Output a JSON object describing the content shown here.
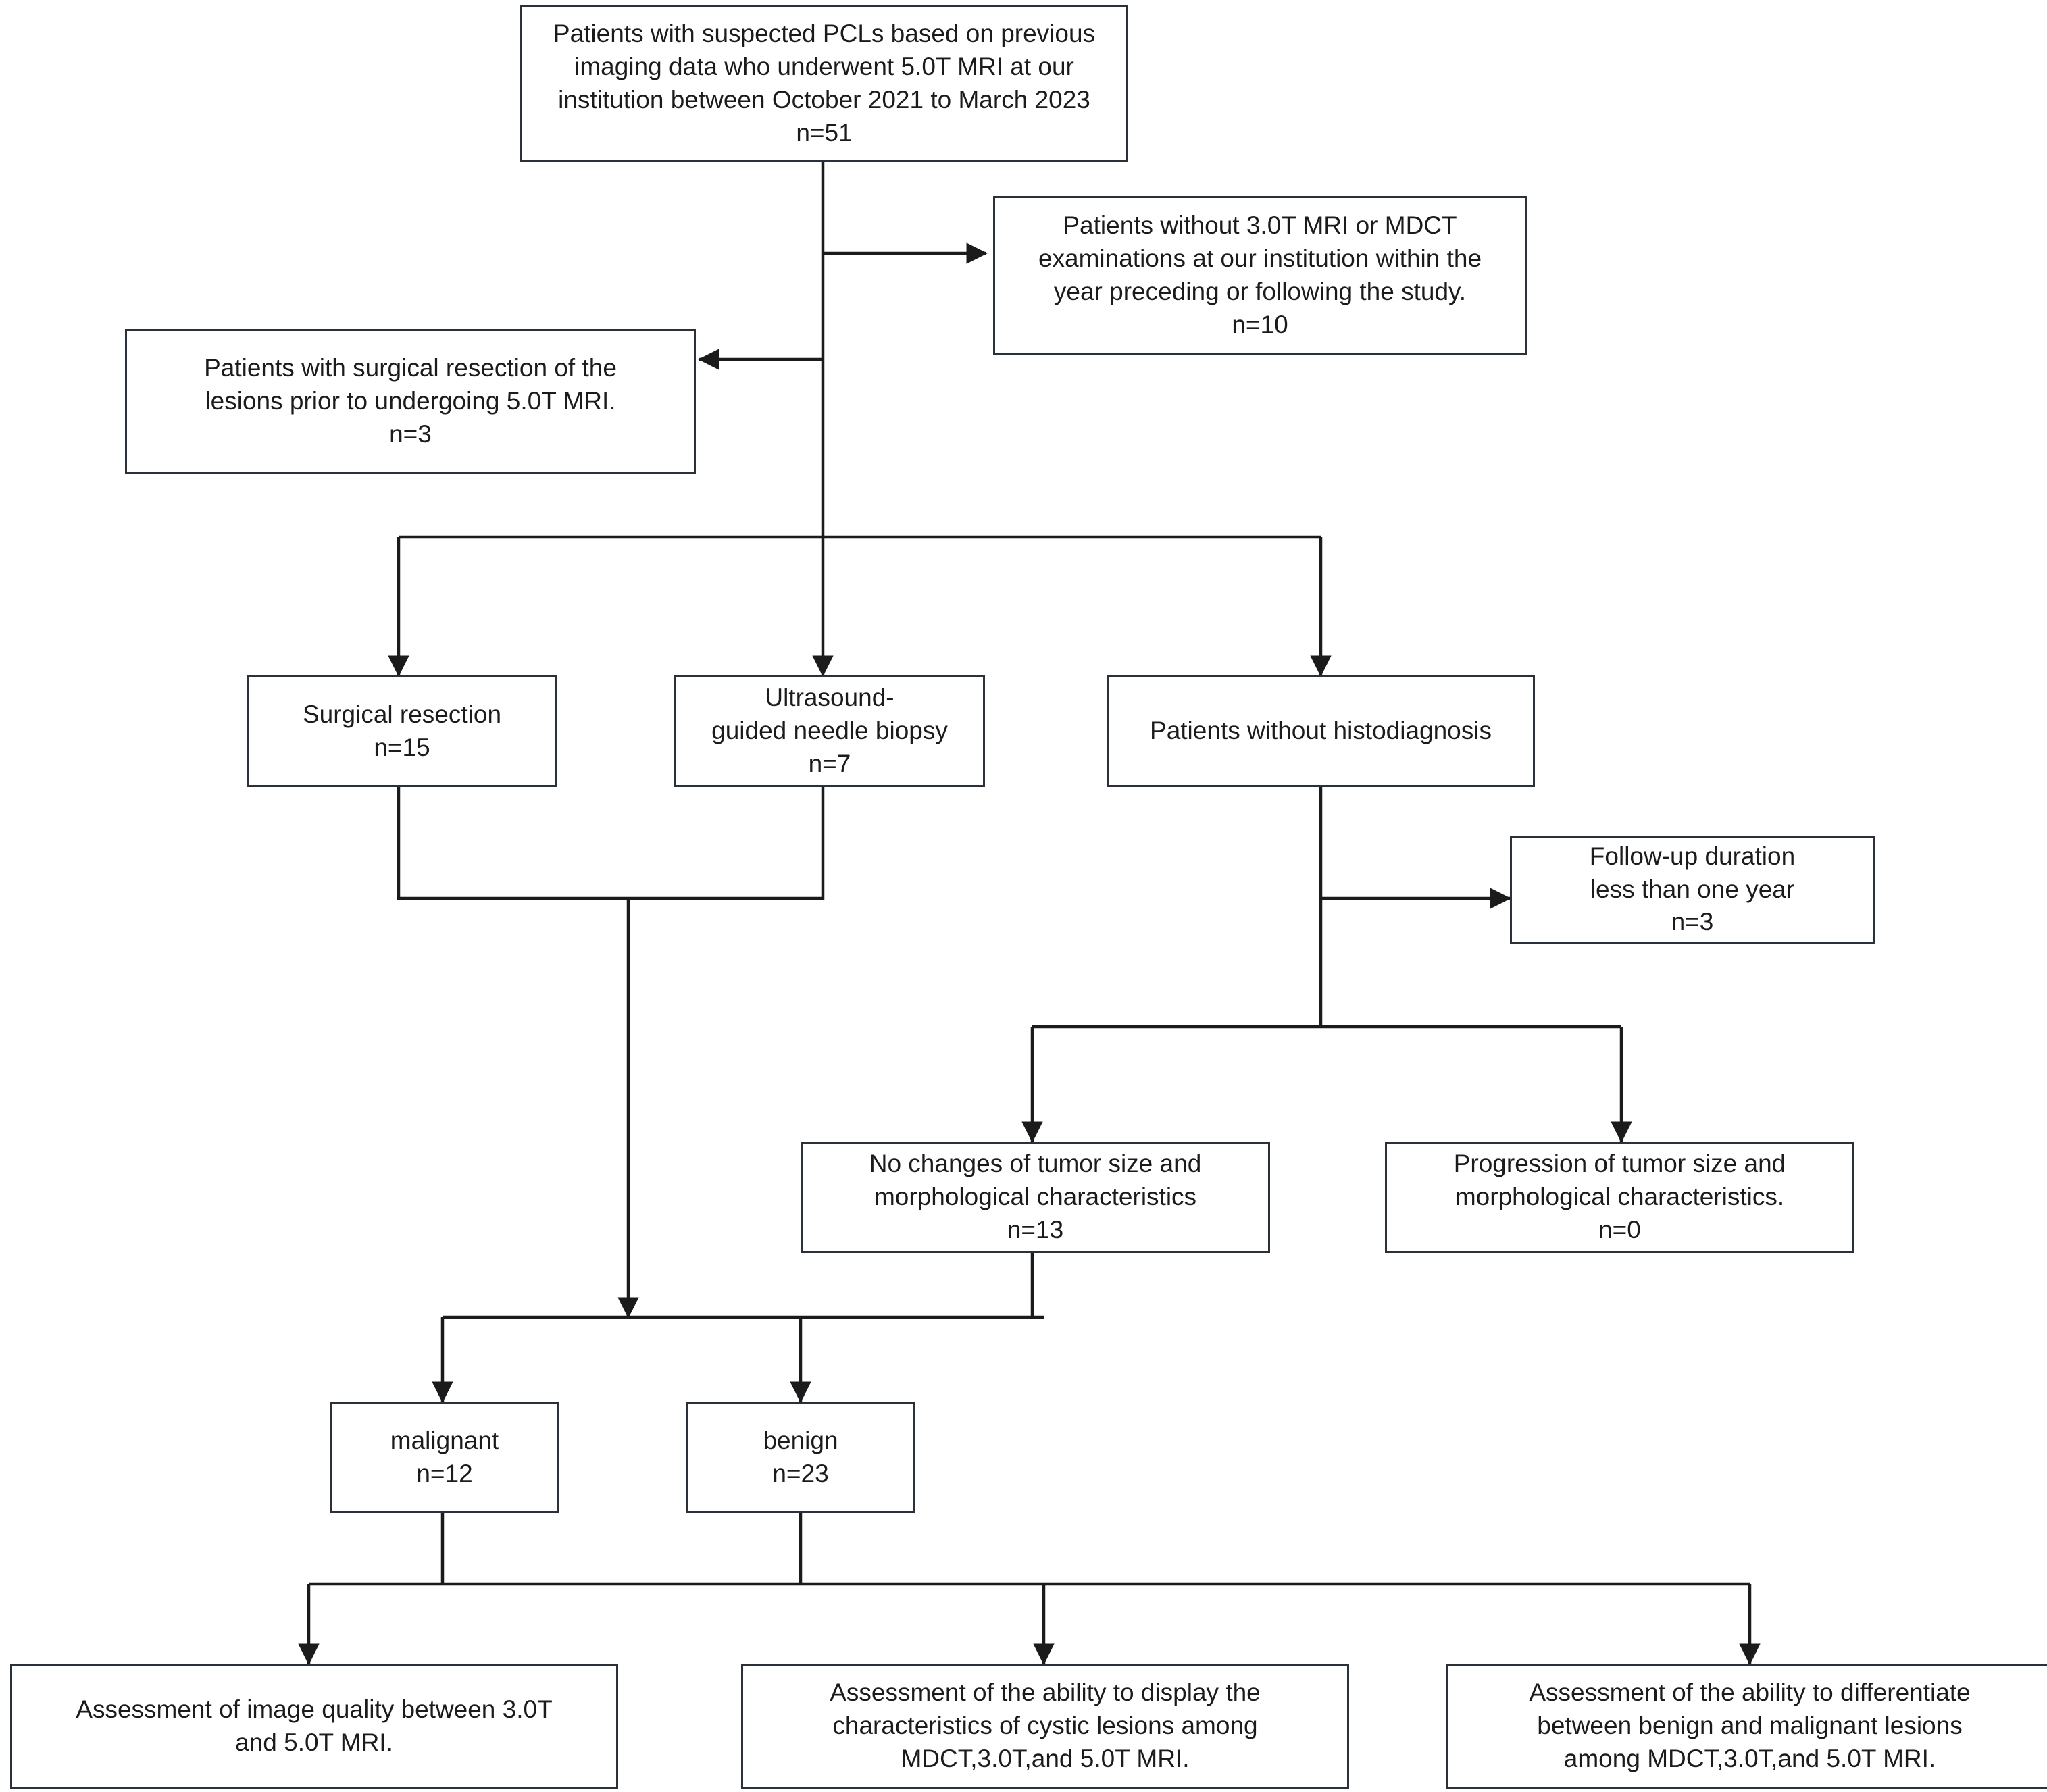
{
  "diagram": {
    "title": "Patient selection flowchart",
    "stroke_color": "#2b3138",
    "text_color": "#1b1b1b",
    "background_color": "#ffffff"
  },
  "nodes": {
    "enrolled": {
      "id": "enrolled",
      "lines": [
        "Patients with suspected PCLs based on previous",
        "imaging data who underwent 5.0T MRI at our",
        "institution between October 2021 to March 2023",
        "n=51"
      ],
      "count": "n=51"
    },
    "excluded_no_comparator": {
      "id": "excluded-no-comparator",
      "lines": [
        "Patients without 3.0T MRI or MDCT",
        "examinations at our institution within the",
        "year preceding or following the study.",
        "n=10"
      ],
      "count": "n=10"
    },
    "excluded_prior_resection": {
      "id": "excluded-prior-resection",
      "lines": [
        "Patients with surgical resection of the",
        "lesions prior to undergoing 5.0T MRI.",
        "n=3"
      ],
      "count": "n=3"
    },
    "surgical_resection": {
      "id": "surgical-resection",
      "lines": [
        "Surgical resection",
        "n=15"
      ],
      "count": "n=15"
    },
    "needle_biopsy": {
      "id": "needle-biopsy",
      "lines": [
        "Ultrasound-",
        "guided needle biopsy",
        "n=7"
      ],
      "count": "n=7"
    },
    "no_histodiagnosis": {
      "id": "no-histodiagnosis",
      "lines": [
        "Patients without histodiagnosis"
      ],
      "count": ""
    },
    "excluded_short_followup": {
      "id": "excluded-short-followup",
      "lines": [
        "Follow-up duration",
        "less than one year",
        "n=3"
      ],
      "count": "n=3"
    },
    "no_change": {
      "id": "no-change",
      "lines": [
        "No changes of tumor size and",
        "morphological characteristics",
        "n=13"
      ],
      "count": "n=13"
    },
    "progression": {
      "id": "progression",
      "lines": [
        "Progression of tumor size and",
        "morphological characteristics.",
        "n=0"
      ],
      "count": "n=0"
    },
    "malignant": {
      "id": "malignant",
      "lines": [
        "malignant",
        "n=12"
      ],
      "count": "n=12"
    },
    "benign": {
      "id": "benign",
      "lines": [
        "benign",
        "n=23"
      ],
      "count": "n=23"
    },
    "outcome_image_quality": {
      "id": "outcome-image-quality",
      "lines": [
        "Assessment of image quality between 3.0T",
        "and 5.0T MRI."
      ],
      "count": ""
    },
    "outcome_cystic_display": {
      "id": "outcome-cystic-display",
      "lines": [
        "Assessment of the ability to display the",
        "characteristics of cystic lesions among",
        "MDCT,3.0T,and 5.0T MRI."
      ],
      "count": ""
    },
    "outcome_differentiate": {
      "id": "outcome-differentiate",
      "lines": [
        "Assessment of the ability to differentiate",
        "between benign and malignant lesions",
        "among MDCT,3.0T,and 5.0T MRI."
      ],
      "count": ""
    }
  }
}
